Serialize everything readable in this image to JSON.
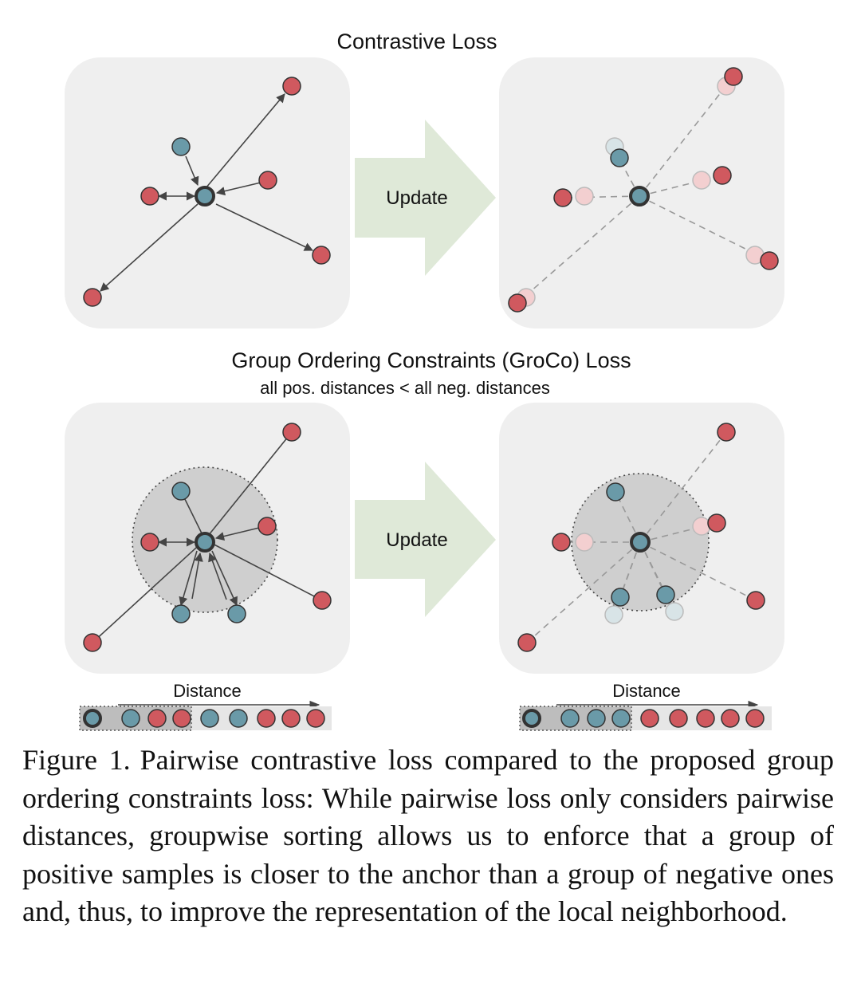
{
  "diagram": {
    "top_title": "Contrastive Loss",
    "bottom_title": "Group Ordering Constraints (GroCo) Loss",
    "bottom_subtitle": "all pos. distances < all neg. distances",
    "update_label": "Update",
    "distance_label": "Distance"
  },
  "caption": {
    "label": "Figure 1.",
    "text": "Pairwise contrastive loss compared to the proposed group ordering constraints loss: While pairwise loss only considers pairwise distances, groupwise sorting allows us to enforce that a group of positive samples is closer to the anchor than a group of negative ones and, thus, to improve the representation of the local neighborhood."
  },
  "colors": {
    "positive": "#6a9aa8",
    "negative": "#d0595f",
    "anchor": "#6a9aa8",
    "panel": "#efefef",
    "update_arrow": "#dfe9d8",
    "group_circle": "#cfcfcf"
  }
}
